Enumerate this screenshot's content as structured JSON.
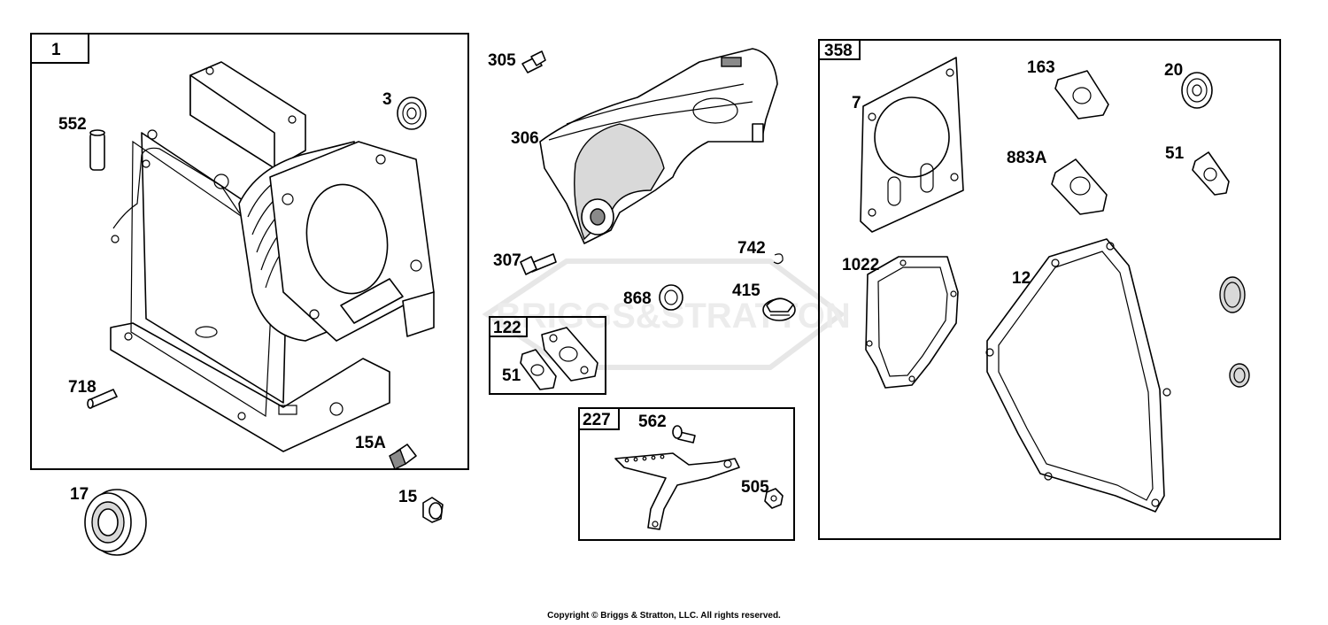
{
  "watermark": "BRIGGS&STRATTON",
  "copyright": "Copyright © Briggs & Stratton, LLC. All rights reserved.",
  "boxes": {
    "b1": "1",
    "b122": "122",
    "b227": "227",
    "b358": "358"
  },
  "labels": {
    "l552": "552",
    "l3": "3",
    "l718": "718",
    "l15a": "15A",
    "l17": "17",
    "l15": "15",
    "l305": "305",
    "l306": "306",
    "l307": "307",
    "l742": "742",
    "l868": "868",
    "l415": "415",
    "l51a": "51",
    "l562": "562",
    "l505": "505",
    "l7": "7",
    "l163": "163",
    "l20": "20",
    "l883a": "883A",
    "l51b": "51",
    "l1022": "1022",
    "l12": "12"
  }
}
